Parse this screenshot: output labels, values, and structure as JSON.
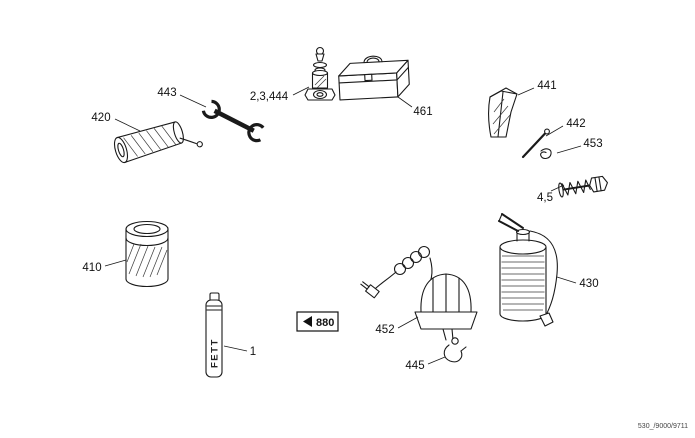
{
  "page": {
    "background": "#ffffff",
    "line_color": "#1a1a1a",
    "footer_code": "530_/9000/9711"
  },
  "marker_880": {
    "value": "880"
  },
  "tube_print": "FETT",
  "labels": {
    "grease_tube": "1",
    "nipple_assembly": "2,3,444",
    "bolt_with_spring": "4,5",
    "grease_cartridge": "410",
    "grease_gun": "420",
    "fire_extinguisher": "430",
    "wedge_chock": "441",
    "pin": "442",
    "wrench": "443",
    "bracket_clamp": "445",
    "beacon_lamp": "452",
    "clip": "453",
    "toolbox": "461"
  }
}
